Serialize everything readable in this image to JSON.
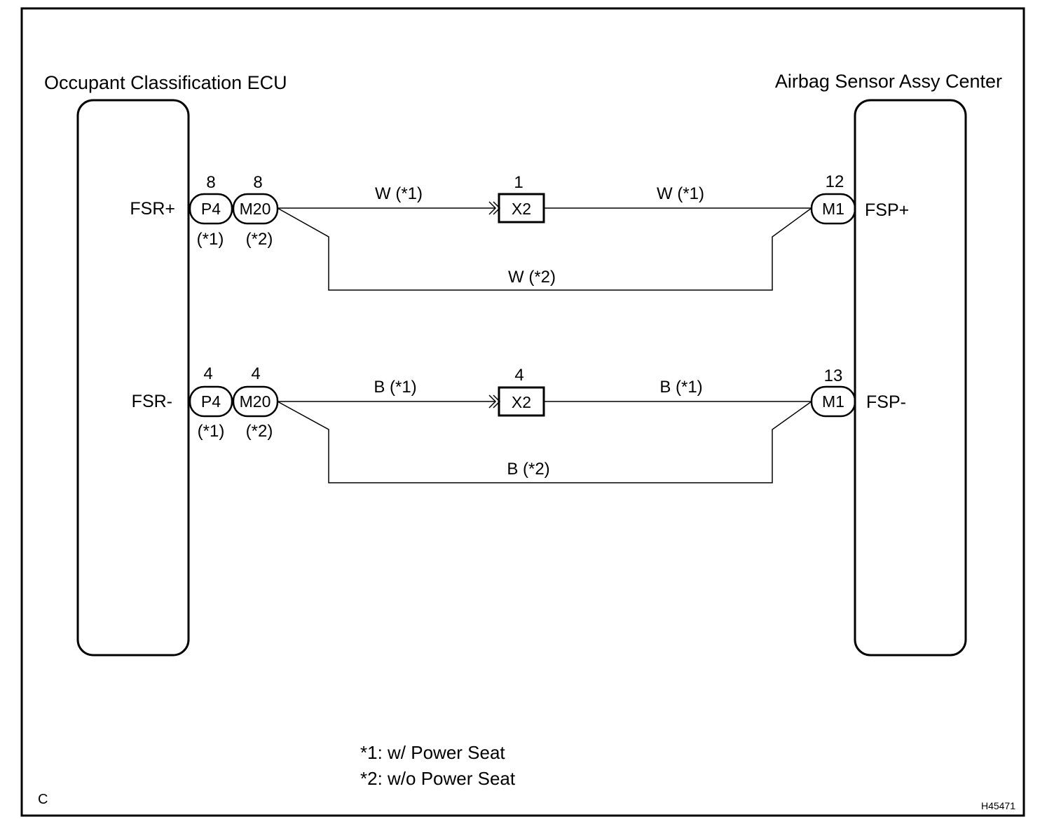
{
  "diagram": {
    "ecu_left": {
      "title": "Occupant Classification ECU",
      "pins": [
        {
          "terminal": "FSR+",
          "conn_a": "P4",
          "conn_a_pin": "8",
          "conn_a_note": "(*1)",
          "conn_b": "M20",
          "conn_b_pin": "8",
          "conn_b_note": "(*2)"
        },
        {
          "terminal": "FSR-",
          "conn_a": "P4",
          "conn_a_pin": "4",
          "conn_a_note": "(*1)",
          "conn_b": "M20",
          "conn_b_pin": "4",
          "conn_b_note": "(*2)"
        }
      ]
    },
    "ecu_right": {
      "title": "Airbag Sensor Assy Center",
      "pins": [
        {
          "terminal": "FSP+",
          "conn": "M1",
          "pin": "12"
        },
        {
          "terminal": "FSP-",
          "conn": "M1",
          "pin": "13"
        }
      ]
    },
    "junctions": [
      {
        "conn": "X2",
        "pin": "1"
      },
      {
        "conn": "X2",
        "pin": "4"
      }
    ],
    "wires": [
      {
        "left_label": "W (*1)",
        "right_label": "W (*1)",
        "bypass_label": "W (*2)"
      },
      {
        "left_label": "B (*1)",
        "right_label": "B (*1)",
        "bypass_label": "B (*2)"
      }
    ],
    "notes": [
      "*1: w/ Power Seat",
      "*2: w/o Power Seat"
    ],
    "corner_mark": "C",
    "figure_id": "H45471"
  }
}
